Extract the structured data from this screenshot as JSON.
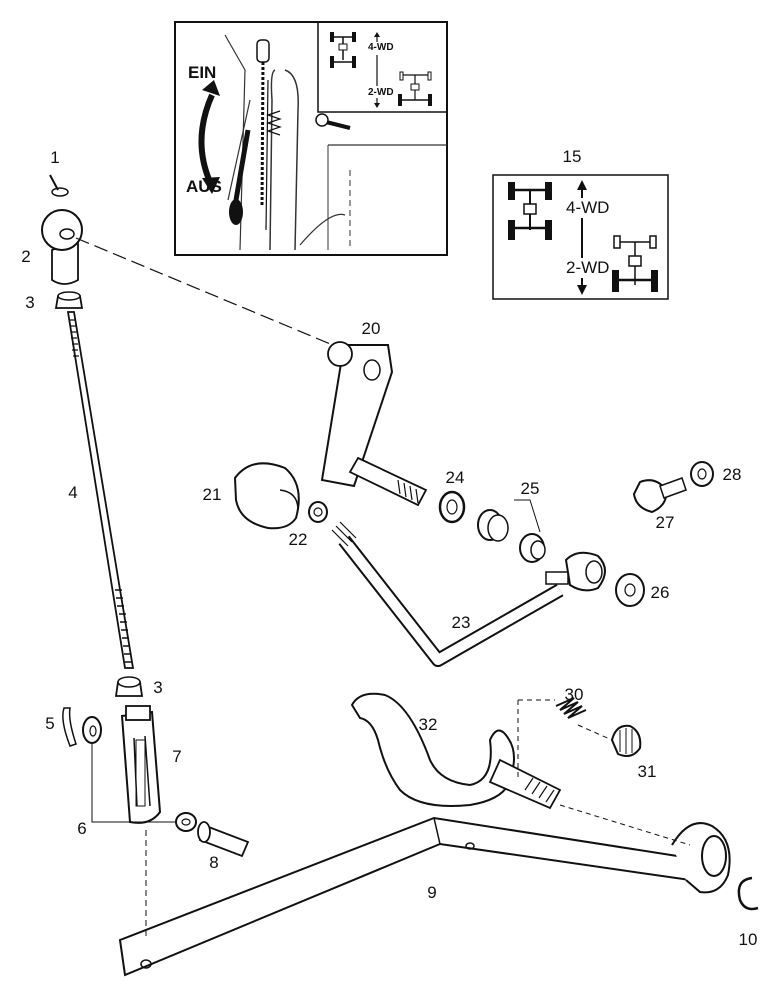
{
  "inset_lever": {
    "ein_label": "EIN",
    "aus_label": "AUS",
    "mini_4wd": "4-WD",
    "mini_2wd": "2-WD"
  },
  "decal": {
    "ref_number": "15",
    "label_4wd": "4-WD",
    "label_2wd": "2-WD"
  },
  "callouts": [
    {
      "id": "1",
      "text": "1"
    },
    {
      "id": "2",
      "text": "2"
    },
    {
      "id": "3a",
      "text": "3"
    },
    {
      "id": "4",
      "text": "4"
    },
    {
      "id": "3b",
      "text": "3"
    },
    {
      "id": "5",
      "text": "5"
    },
    {
      "id": "6",
      "text": "6"
    },
    {
      "id": "7",
      "text": "7"
    },
    {
      "id": "8",
      "text": "8"
    },
    {
      "id": "9",
      "text": "9"
    },
    {
      "id": "10",
      "text": "10"
    },
    {
      "id": "20",
      "text": "20"
    },
    {
      "id": "21",
      "text": "21"
    },
    {
      "id": "22",
      "text": "22"
    },
    {
      "id": "23",
      "text": "23"
    },
    {
      "id": "24",
      "text": "24"
    },
    {
      "id": "25",
      "text": "25"
    },
    {
      "id": "26",
      "text": "26"
    },
    {
      "id": "27",
      "text": "27"
    },
    {
      "id": "28",
      "text": "28"
    },
    {
      "id": "30",
      "text": "30"
    },
    {
      "id": "31",
      "text": "31"
    },
    {
      "id": "32",
      "text": "32"
    }
  ]
}
